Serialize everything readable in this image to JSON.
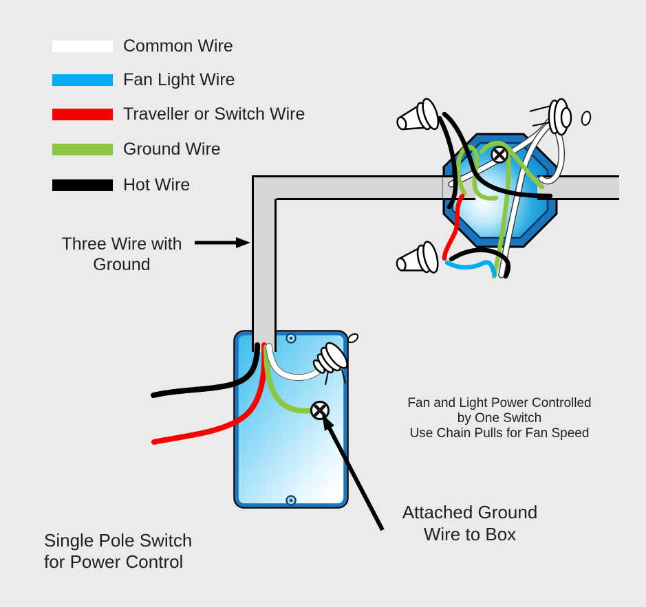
{
  "colors": {
    "background": "#EBEBEB",
    "common": "#FFFFFF",
    "fan_light": "#00AEEF",
    "traveller": "#FB0000",
    "ground": "#8DC63F",
    "hot": "#000000",
    "box_rim": "#1B75BC",
    "conduit": "#D6D6D6",
    "text": "#1F1F1F"
  },
  "legend": {
    "items": [
      {
        "label": "Common Wire",
        "color": "#FFFFFF"
      },
      {
        "label": "Fan Light Wire",
        "color": "#00AEEF"
      },
      {
        "label": "Traveller or Switch Wire",
        "color": "#FB0000"
      },
      {
        "label": "Ground Wire",
        "color": "#8DC63F"
      },
      {
        "label": "Hot Wire",
        "color": "#000000"
      }
    ]
  },
  "annotations": {
    "three_wire": {
      "line1": "Three Wire with",
      "line2": "Ground"
    },
    "fan_note": {
      "line1": "Fan and Light Power Controlled",
      "line2": "by One Switch",
      "line3": "Use Chain Pulls for Fan Speed"
    },
    "attached_ground": {
      "line1": "Attached Ground",
      "line2": "Wire to Box"
    },
    "single_pole": {
      "line1": "Single Pole Switch",
      "line2": "for Power Control"
    }
  }
}
